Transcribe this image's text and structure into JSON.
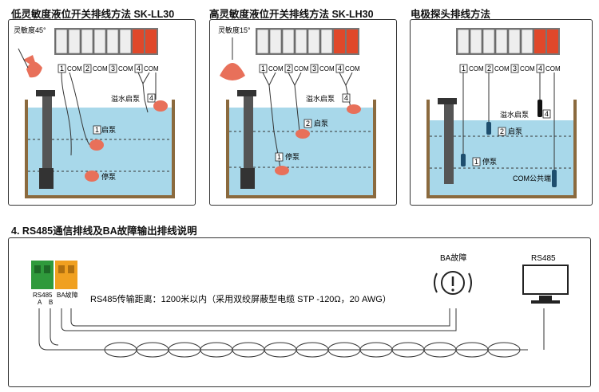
{
  "panel1": {
    "title": "低灵敏度液位开关排线方法 SK-LL30",
    "angle_label": "灵敏度45°",
    "terminals": [
      "1",
      "COM",
      "2",
      "COM",
      "3",
      "COM",
      "4",
      "COM"
    ],
    "overflow_label": "溢水启泵",
    "overflow_num": "4",
    "start_num": "1",
    "start_label": "启泵",
    "stop_label": "停泵"
  },
  "panel2": {
    "title": "高灵敏度液位开关排线方法 SK-LH30",
    "angle_label": "灵敏度15°",
    "terminals": [
      "1",
      "COM",
      "2",
      "COM",
      "3",
      "COM",
      "4",
      "COM"
    ],
    "overflow_label": "溢水启泵",
    "overflow_num": "4",
    "start_num": "2",
    "start_label": "启泵",
    "stop_num": "1",
    "stop_label": "停泵"
  },
  "panel3": {
    "title": "电极探头排线方法",
    "terminals": [
      "1",
      "COM",
      "2",
      "COM",
      "3",
      "COM",
      "4",
      "COM"
    ],
    "overflow_label": "溢水启泵",
    "overflow_num": "4",
    "start_num": "2",
    "start_label": "启泵",
    "stop_num": "1",
    "stop_label": "停泵",
    "common_label": "COM公共端"
  },
  "section4": {
    "title": "4. RS485通信排线及BA故障输出排线说明",
    "terminal_labels": [
      "RS485",
      "BA故障"
    ],
    "terminal_sub": [
      "A",
      "B"
    ],
    "ba_label": "BA故障",
    "rs485_label": "RS485",
    "distance_text": "RS485传输距离：1200米以内（采用双绞屏蔽型电缆 STP -120Ω，20 AWG）"
  },
  "colors": {
    "water": "#a8d8ea",
    "float": "#e8705a",
    "terminal_grey": "#8a8a8a",
    "terminal_red": "#e0482a",
    "terminal_green": "#2f9a3c",
    "terminal_orange": "#f0a020",
    "soil": "#8b6a3e"
  }
}
